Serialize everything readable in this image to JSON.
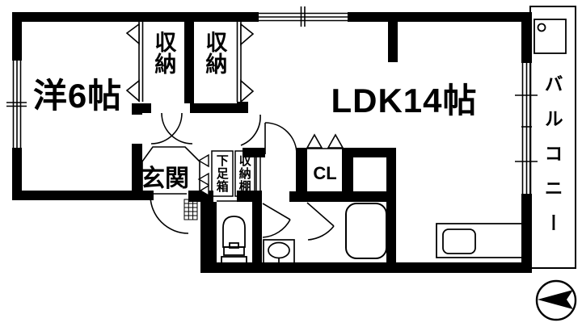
{
  "plan": {
    "rooms": {
      "western_room": "洋6帖",
      "ldk": "LDK14帖",
      "storage_left": "収納",
      "storage_right": "収納",
      "entrance": "玄関",
      "shoe_box": "下足箱",
      "storage_shelf": "収納棚",
      "closet": "CL",
      "balcony": "バルコニー"
    },
    "colors": {
      "wall": "#000000",
      "background": "#ffffff"
    }
  }
}
